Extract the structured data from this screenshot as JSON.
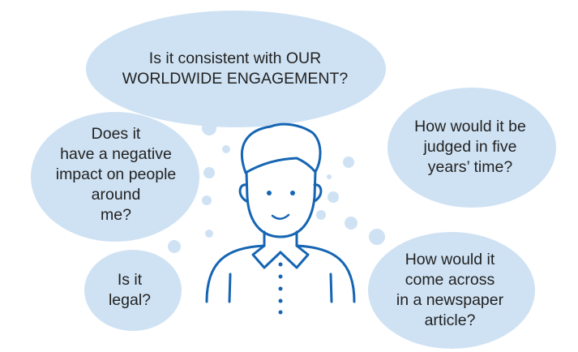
{
  "colors": {
    "bubble_fill": "#cfe2f3",
    "person_stroke": "#1565b3",
    "text": "#222222"
  },
  "icons": {
    "person": "person-outline-icon"
  },
  "bubbles": {
    "top": {
      "lines": [
        "Is it consistent with OUR",
        "WORLDWIDE ENGAGEMENT?"
      ]
    },
    "left": {
      "lines": [
        "Does it",
        "have a negative",
        "impact on people",
        "around",
        "me?"
      ]
    },
    "right_top": {
      "lines": [
        "How would it be",
        "judged in five",
        "years’ time?"
      ]
    },
    "bottom_left": {
      "lines": [
        "Is it",
        "legal?"
      ]
    },
    "bottom_right": {
      "lines": [
        "How would it",
        "come across",
        "in a newspaper",
        "article?"
      ]
    }
  }
}
